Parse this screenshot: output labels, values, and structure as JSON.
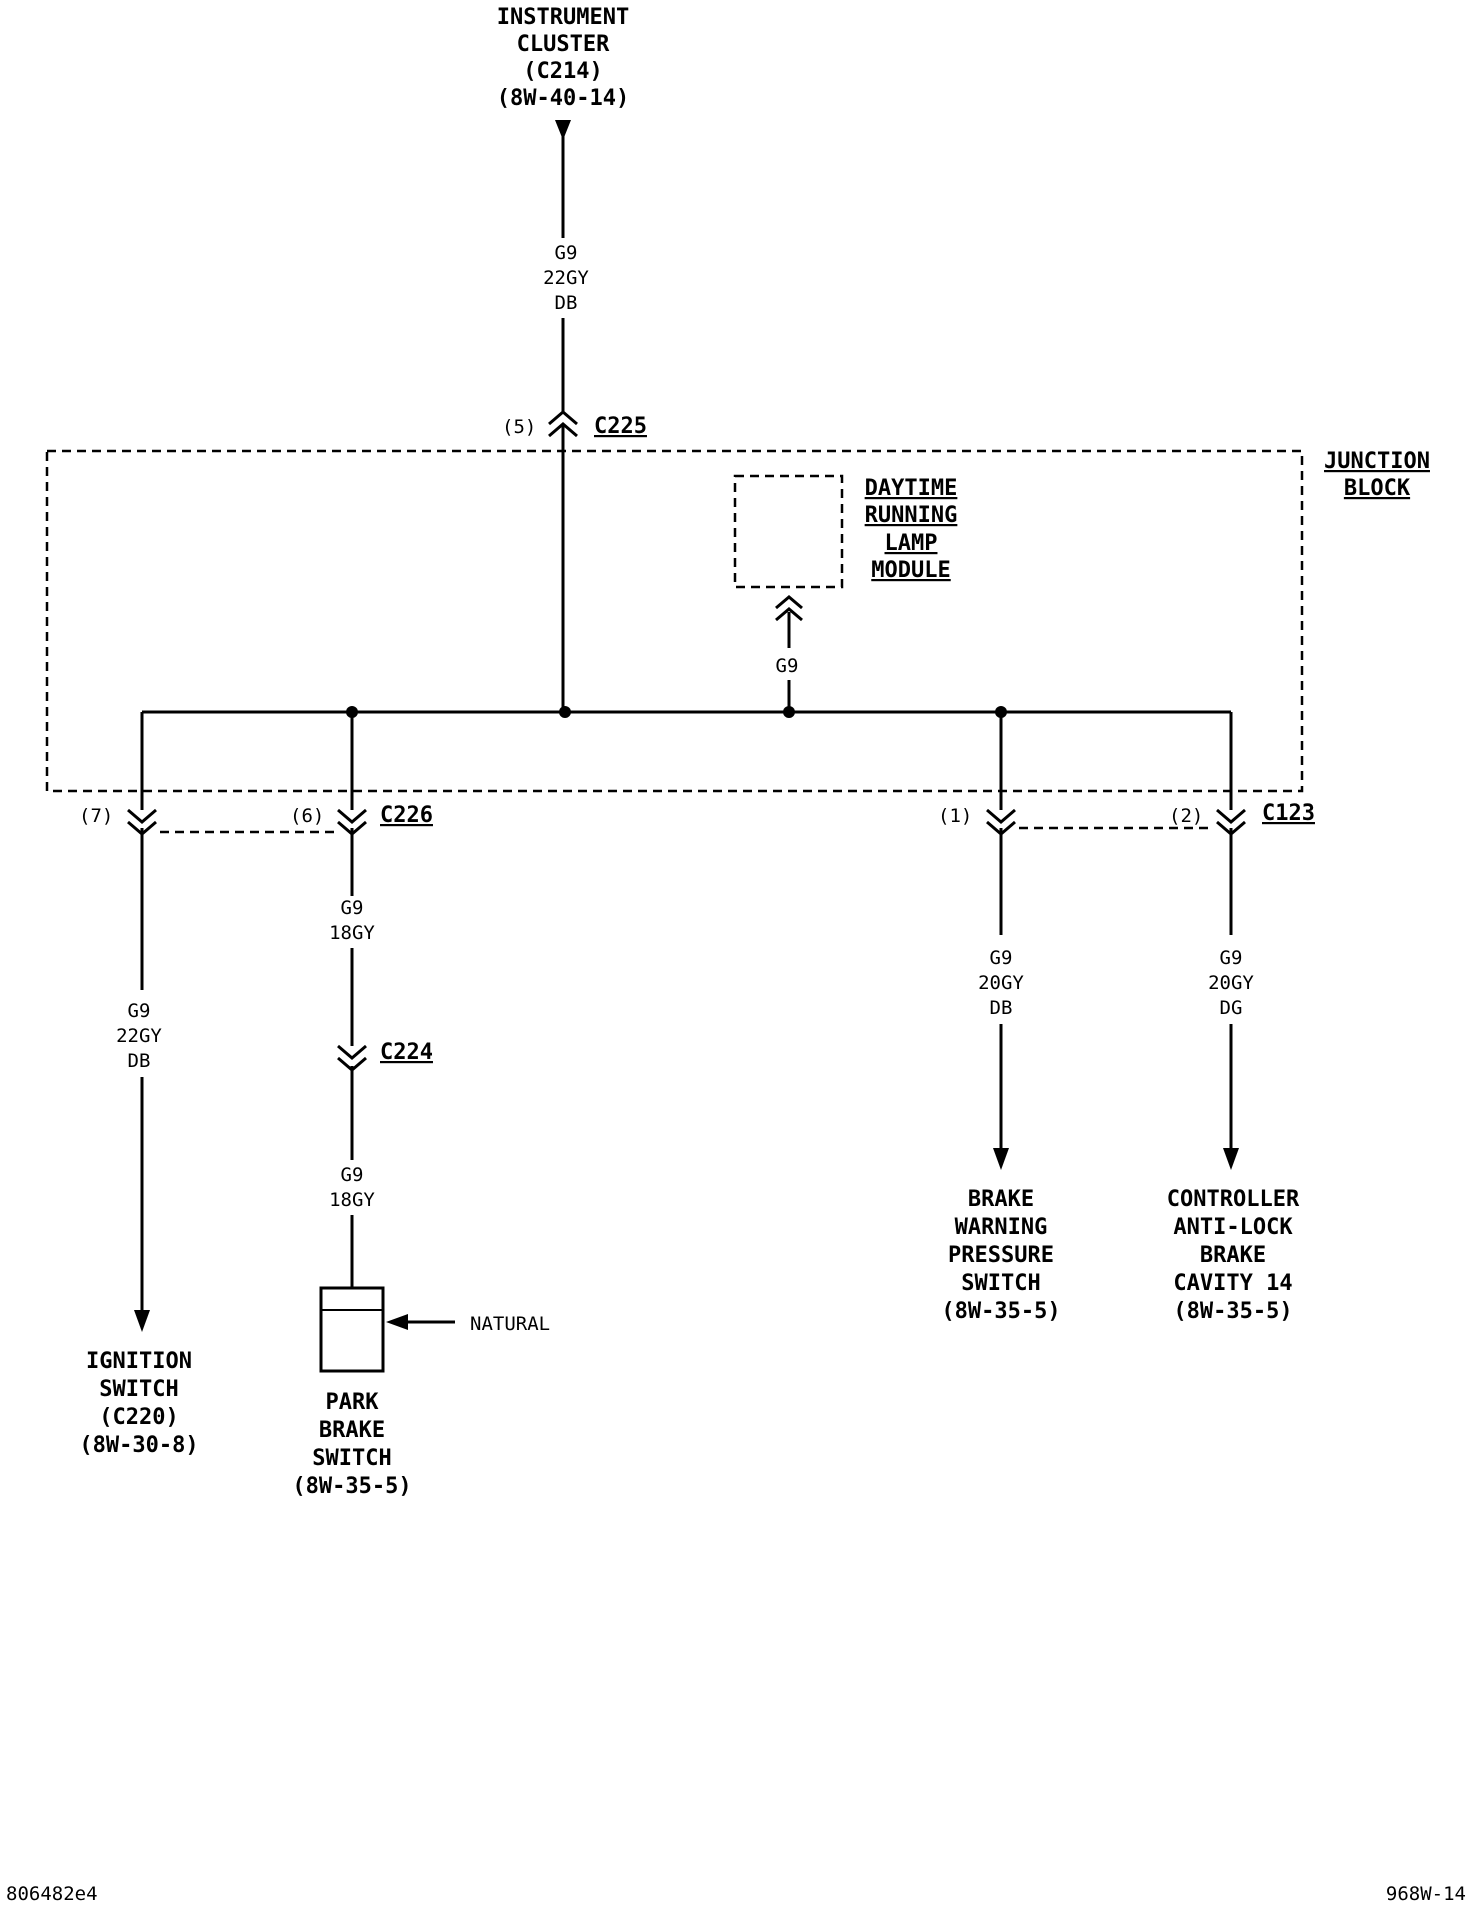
{
  "instrument_cluster": {
    "line1": "INSTRUMENT",
    "line2": "CLUSTER",
    "line3": "(C214)",
    "line4": "(8W-40-14)"
  },
  "wire_top": {
    "circuit": "G9",
    "gauge_color": "22GY",
    "tracer": "DB"
  },
  "c225": {
    "pin": "(5)",
    "name": "C225"
  },
  "junction_block": {
    "line1": "JUNCTION",
    "line2": "BLOCK"
  },
  "drl_module": {
    "line1": "DAYTIME",
    "line2": "RUNNING",
    "line3": "LAMP",
    "line4": "MODULE"
  },
  "drl_wire": {
    "circuit": "G9"
  },
  "c226": {
    "pin7": "(7)",
    "pin6": "(6)",
    "name": "C226"
  },
  "c123": {
    "pin1": "(1)",
    "pin2": "(2)",
    "name": "C123"
  },
  "wire_ignition": {
    "circuit": "G9",
    "gauge_color": "22GY",
    "tracer": "DB"
  },
  "wire_park_upper": {
    "circuit": "G9",
    "gauge_color": "18GY"
  },
  "c224": {
    "name": "C224"
  },
  "wire_park_lower": {
    "circuit": "G9",
    "gauge_color": "18GY"
  },
  "wire_brake_warning": {
    "circuit": "G9",
    "gauge_color": "20GY",
    "tracer": "DB"
  },
  "wire_controller": {
    "circuit": "G9",
    "gauge_color": "20GY",
    "tracer": "DG"
  },
  "ignition_switch": {
    "line1": "IGNITION",
    "line2": "SWITCH",
    "line3": "(C220)",
    "line4": "(8W-30-8)"
  },
  "park_brake_switch": {
    "line1": "PARK",
    "line2": "BRAKE",
    "line3": "SWITCH",
    "line4": "(8W-35-5)",
    "connector_color": "NATURAL"
  },
  "brake_warning_switch": {
    "line1": "BRAKE",
    "line2": "WARNING",
    "line3": "PRESSURE",
    "line4": "SWITCH",
    "line5": "(8W-35-5)"
  },
  "controller_abs": {
    "line1": "CONTROLLER",
    "line2": "ANTI-LOCK",
    "line3": "BRAKE",
    "line4": "CAVITY 14",
    "line5": "(8W-35-5)"
  },
  "footer": {
    "left": "806482e4",
    "right": "968W-14"
  }
}
